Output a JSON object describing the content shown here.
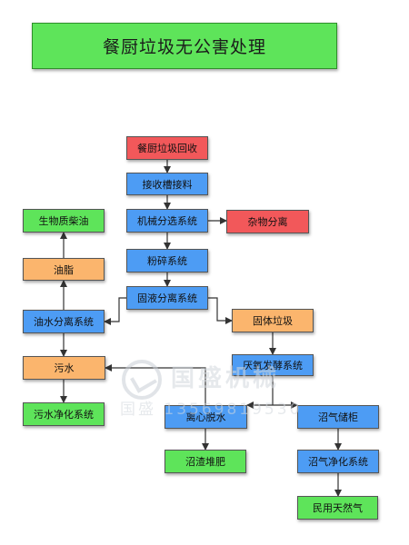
{
  "title": "餐厨垃圾无公害处理",
  "nodes": {
    "kitchen_waste_recycle": "餐厨垃圾回收",
    "receiving_trough": "接收槽接料",
    "mechanical_sorting": "机械分选系统",
    "debris_separation": "杂物分离",
    "crushing": "粉碎系统",
    "solid_liquid_separation": "固液分离系统",
    "solid_waste": "固体垃圾",
    "anaerobic_fermentation": "厌氧发酵系统",
    "centrifugal_dewatering": "离心脱水",
    "residue_compost": "沼渣堆肥",
    "biogas_storage": "沼气储柜",
    "biogas_purification": "沼气净化系统",
    "civil_natural_gas": "民用天然气",
    "oil_water_separation": "油水分离系统",
    "grease": "油脂",
    "biodiesel": "生物质柴油",
    "sewage": "污水",
    "sewage_purification": "污水净化系统"
  },
  "watermark": {
    "brand": "国盛机械",
    "prefix": "国盛",
    "phone": "13569819530"
  },
  "colors": {
    "collection": "#f2585a",
    "process": "#4d9cf4",
    "intermediate": "#fbb56d",
    "product": "#5ee45a"
  }
}
